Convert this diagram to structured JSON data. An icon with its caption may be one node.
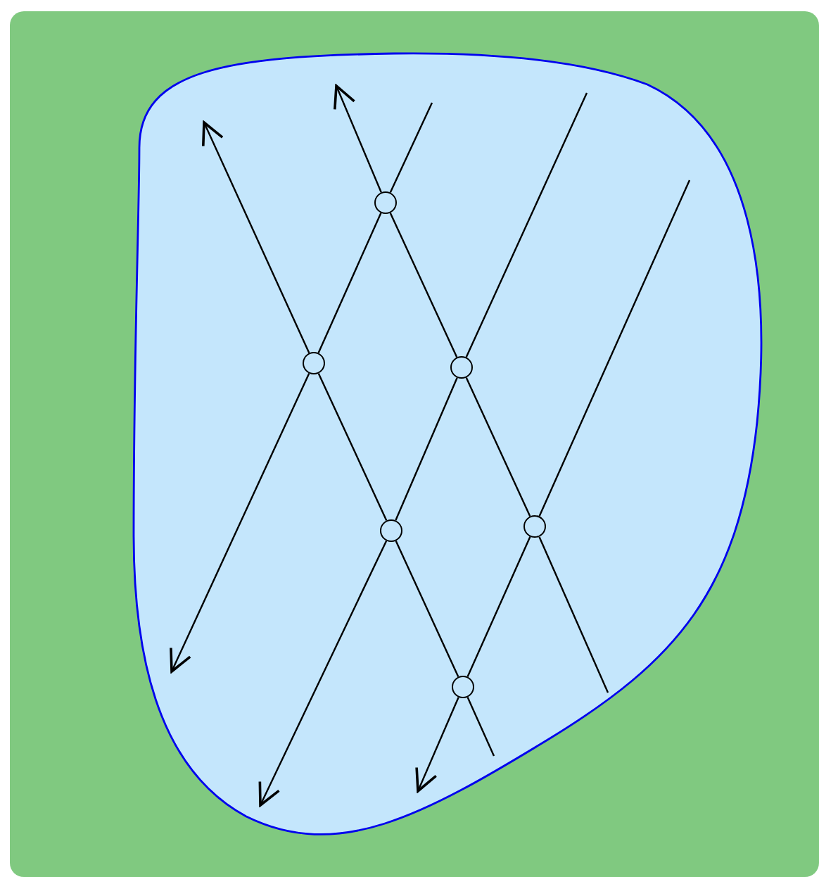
{
  "diagram": {
    "nodes": [
      {
        "text": [],
        "shape": "blob"
      },
      {
        "text": [],
        "shape": "circle",
        "in": 0
      },
      {
        "text": [],
        "shape": "circle",
        "in": 0
      },
      {
        "text": [],
        "shape": "circle",
        "in": 0
      },
      {
        "text": [],
        "shape": "circle",
        "in": 0
      },
      {
        "text": [],
        "shape": "circle",
        "in": 0
      },
      {
        "text": [],
        "shape": "circle",
        "in": 0
      }
    ],
    "edges": [
      {
        "from": null,
        "to": 1,
        "arrow": "none"
      },
      {
        "from": 1,
        "to": 2,
        "arrow": "none"
      },
      {
        "from": 2,
        "to": null,
        "arrow": "to"
      },
      {
        "from": null,
        "to": 3,
        "arrow": "none"
      },
      {
        "from": 3,
        "to": 4,
        "arrow": "none"
      },
      {
        "from": 4,
        "to": null,
        "arrow": "to"
      },
      {
        "from": null,
        "to": 5,
        "arrow": "none"
      },
      {
        "from": 5,
        "to": 6,
        "arrow": "none"
      },
      {
        "from": 6,
        "to": null,
        "arrow": "to"
      },
      {
        "from": 2,
        "to": null,
        "arrow": "to"
      },
      {
        "from": 2,
        "to": 4,
        "arrow": "none"
      },
      {
        "from": 4,
        "to": 6,
        "arrow": "none"
      },
      {
        "from": 6,
        "to": null,
        "arrow": "none"
      },
      {
        "from": 1,
        "to": null,
        "arrow": "to"
      },
      {
        "from": 1,
        "to": 3,
        "arrow": "none"
      },
      {
        "from": 3,
        "to": 5,
        "arrow": "none"
      },
      {
        "from": 5,
        "to": null,
        "arrow": "none"
      }
    ]
  }
}
